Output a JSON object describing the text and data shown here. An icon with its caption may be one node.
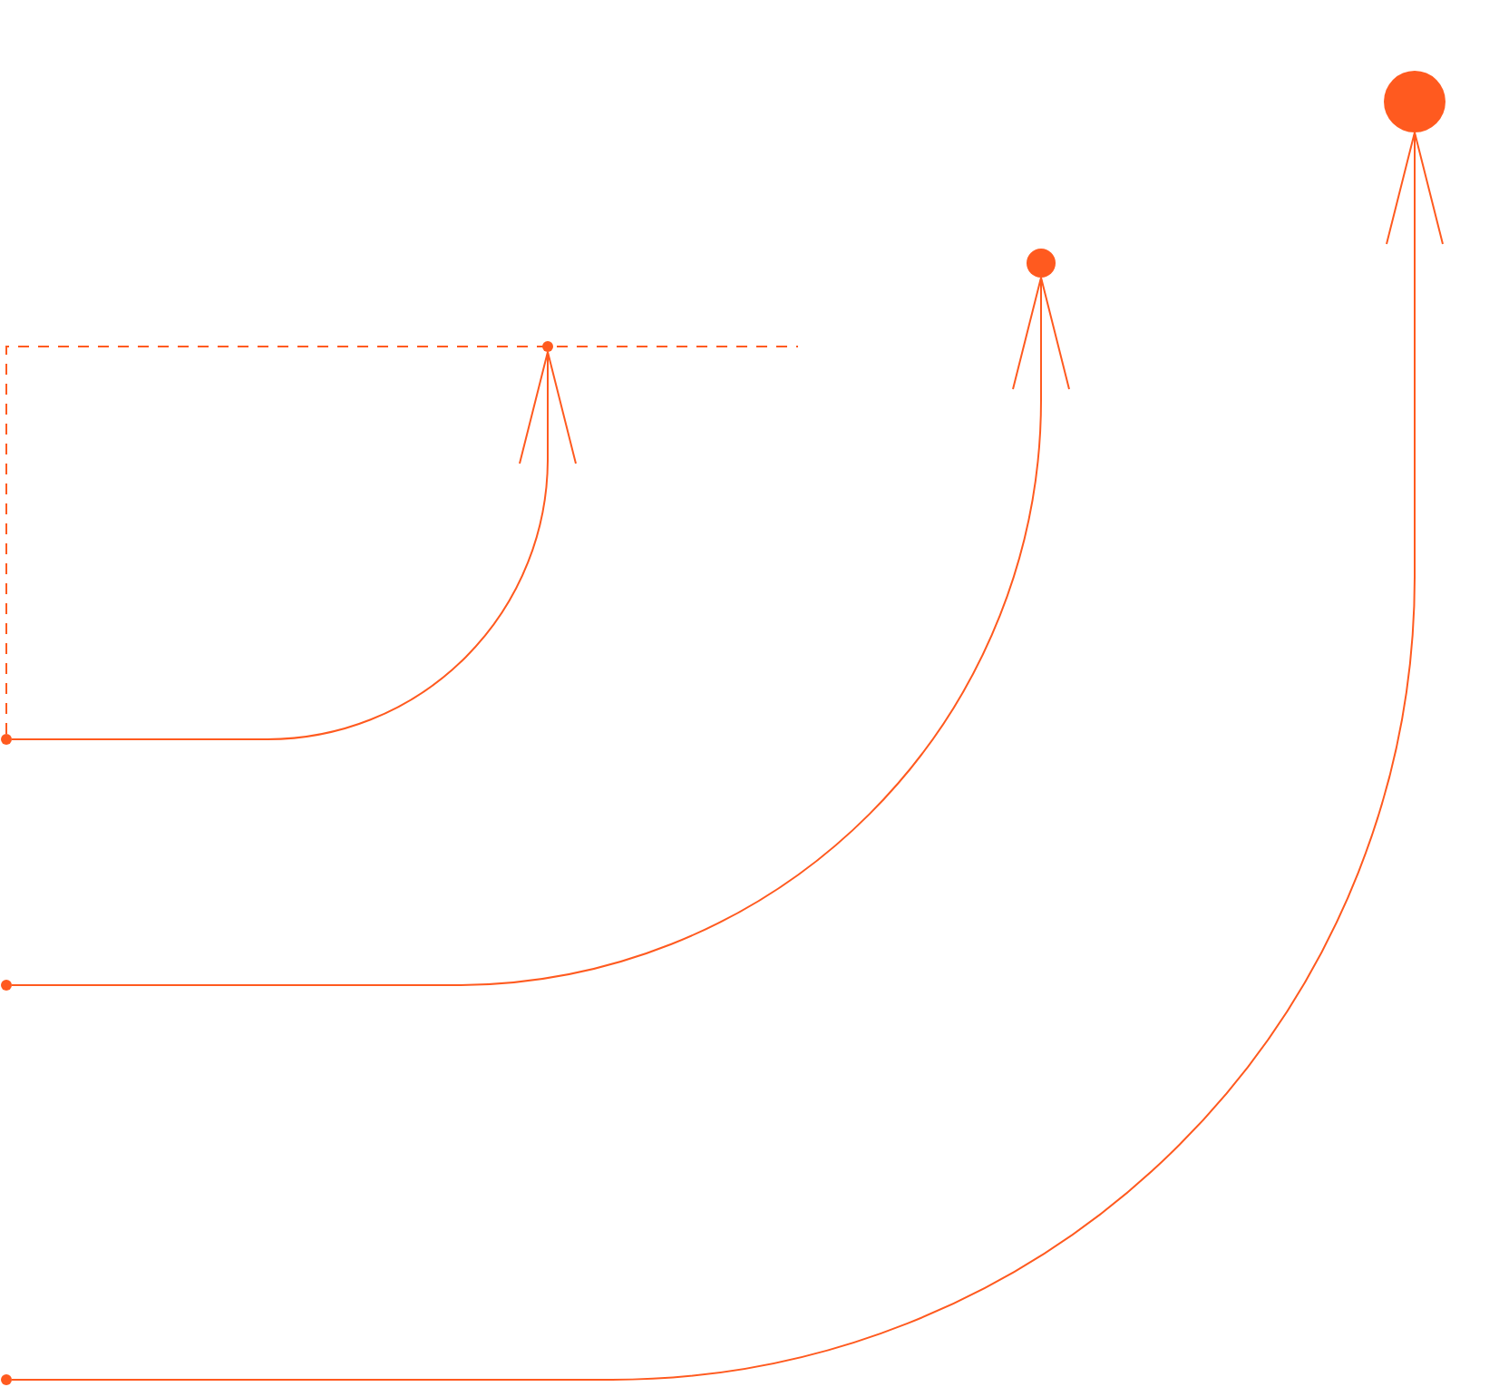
{
  "diagram": {
    "nodes": [
      {
        "text": [],
        "shape": "circle"
      },
      {
        "text": [],
        "shape": "circle"
      },
      {
        "text": [],
        "shape": "circle"
      },
      {
        "text": [],
        "shape": "circle"
      },
      {
        "text": [],
        "shape": "circle"
      },
      {
        "text": [],
        "shape": "circle"
      }
    ],
    "edges": [
      {
        "from": 0,
        "to": 3,
        "arrow": "to"
      },
      {
        "from": 1,
        "to": 4,
        "arrow": "to"
      },
      {
        "from": 2,
        "to": 5,
        "arrow": "to"
      }
    ]
  }
}
